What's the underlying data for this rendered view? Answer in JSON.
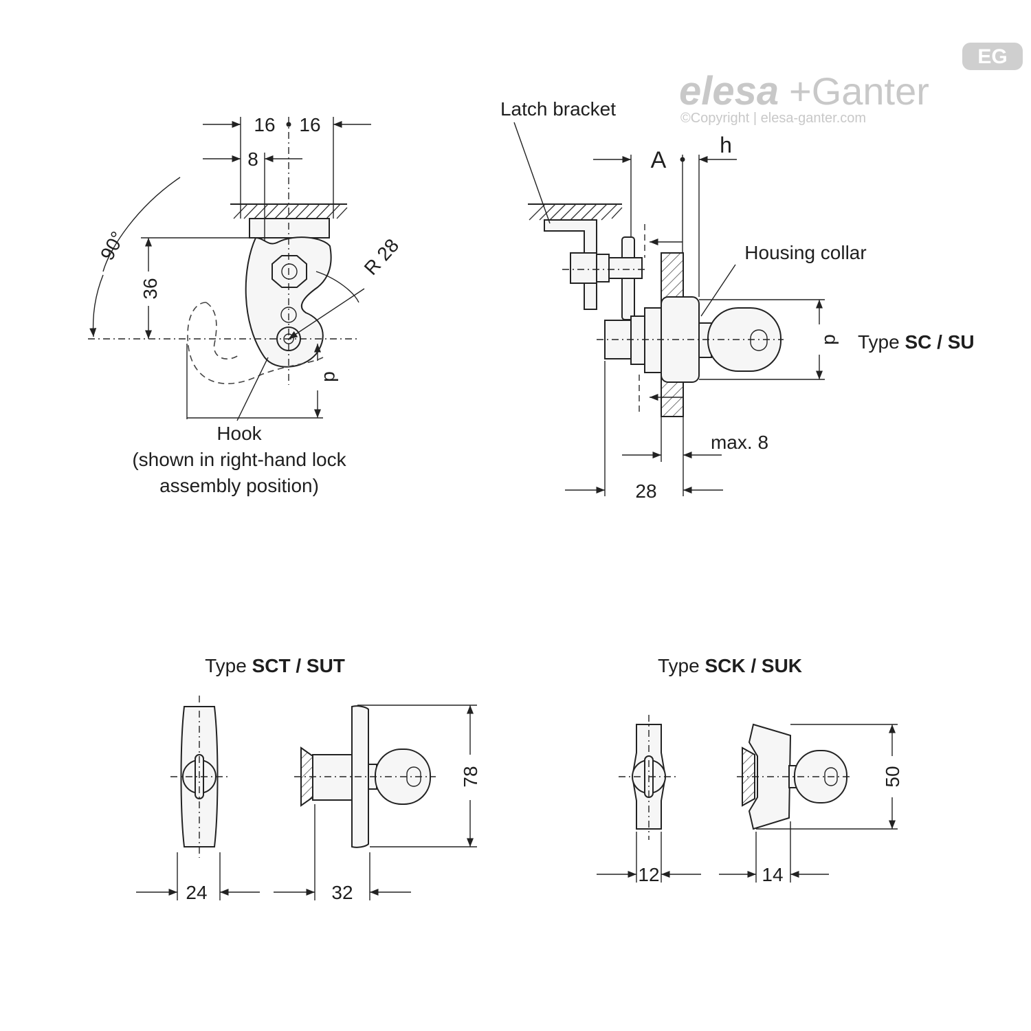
{
  "brand": {
    "name_part1": "elesa",
    "name_part2": "+Ganter",
    "copyright": "©Copyright | elesa-ganter.com",
    "badge": "EG"
  },
  "view_top_left": {
    "dim_16_left": "16",
    "dim_16_right": "16",
    "dim_8": "8",
    "dim_36": "36",
    "angle": "90°",
    "radius": "R 28",
    "dim_d": "d",
    "hook_label_line1": "Hook",
    "hook_label_line2": "(shown in right-hand lock",
    "hook_label_line3": "assembly position)"
  },
  "view_top_right": {
    "latch_bracket": "Latch bracket",
    "dim_A": "A",
    "dim_h": "h",
    "housing_collar": "Housing collar",
    "dim_d": "d",
    "type_prefix": "Type ",
    "type_codes": "SC / SU",
    "dim_max8": "max. 8",
    "dim_28": "28"
  },
  "view_bottom_left": {
    "type_prefix": "Type ",
    "type_codes": "SCT / SUT",
    "dim_24": "24",
    "dim_32": "32",
    "dim_78": "78"
  },
  "view_bottom_right": {
    "type_prefix": "Type ",
    "type_codes": "SCK / SUK",
    "dim_12": "12",
    "dim_14": "14",
    "dim_50": "50"
  }
}
